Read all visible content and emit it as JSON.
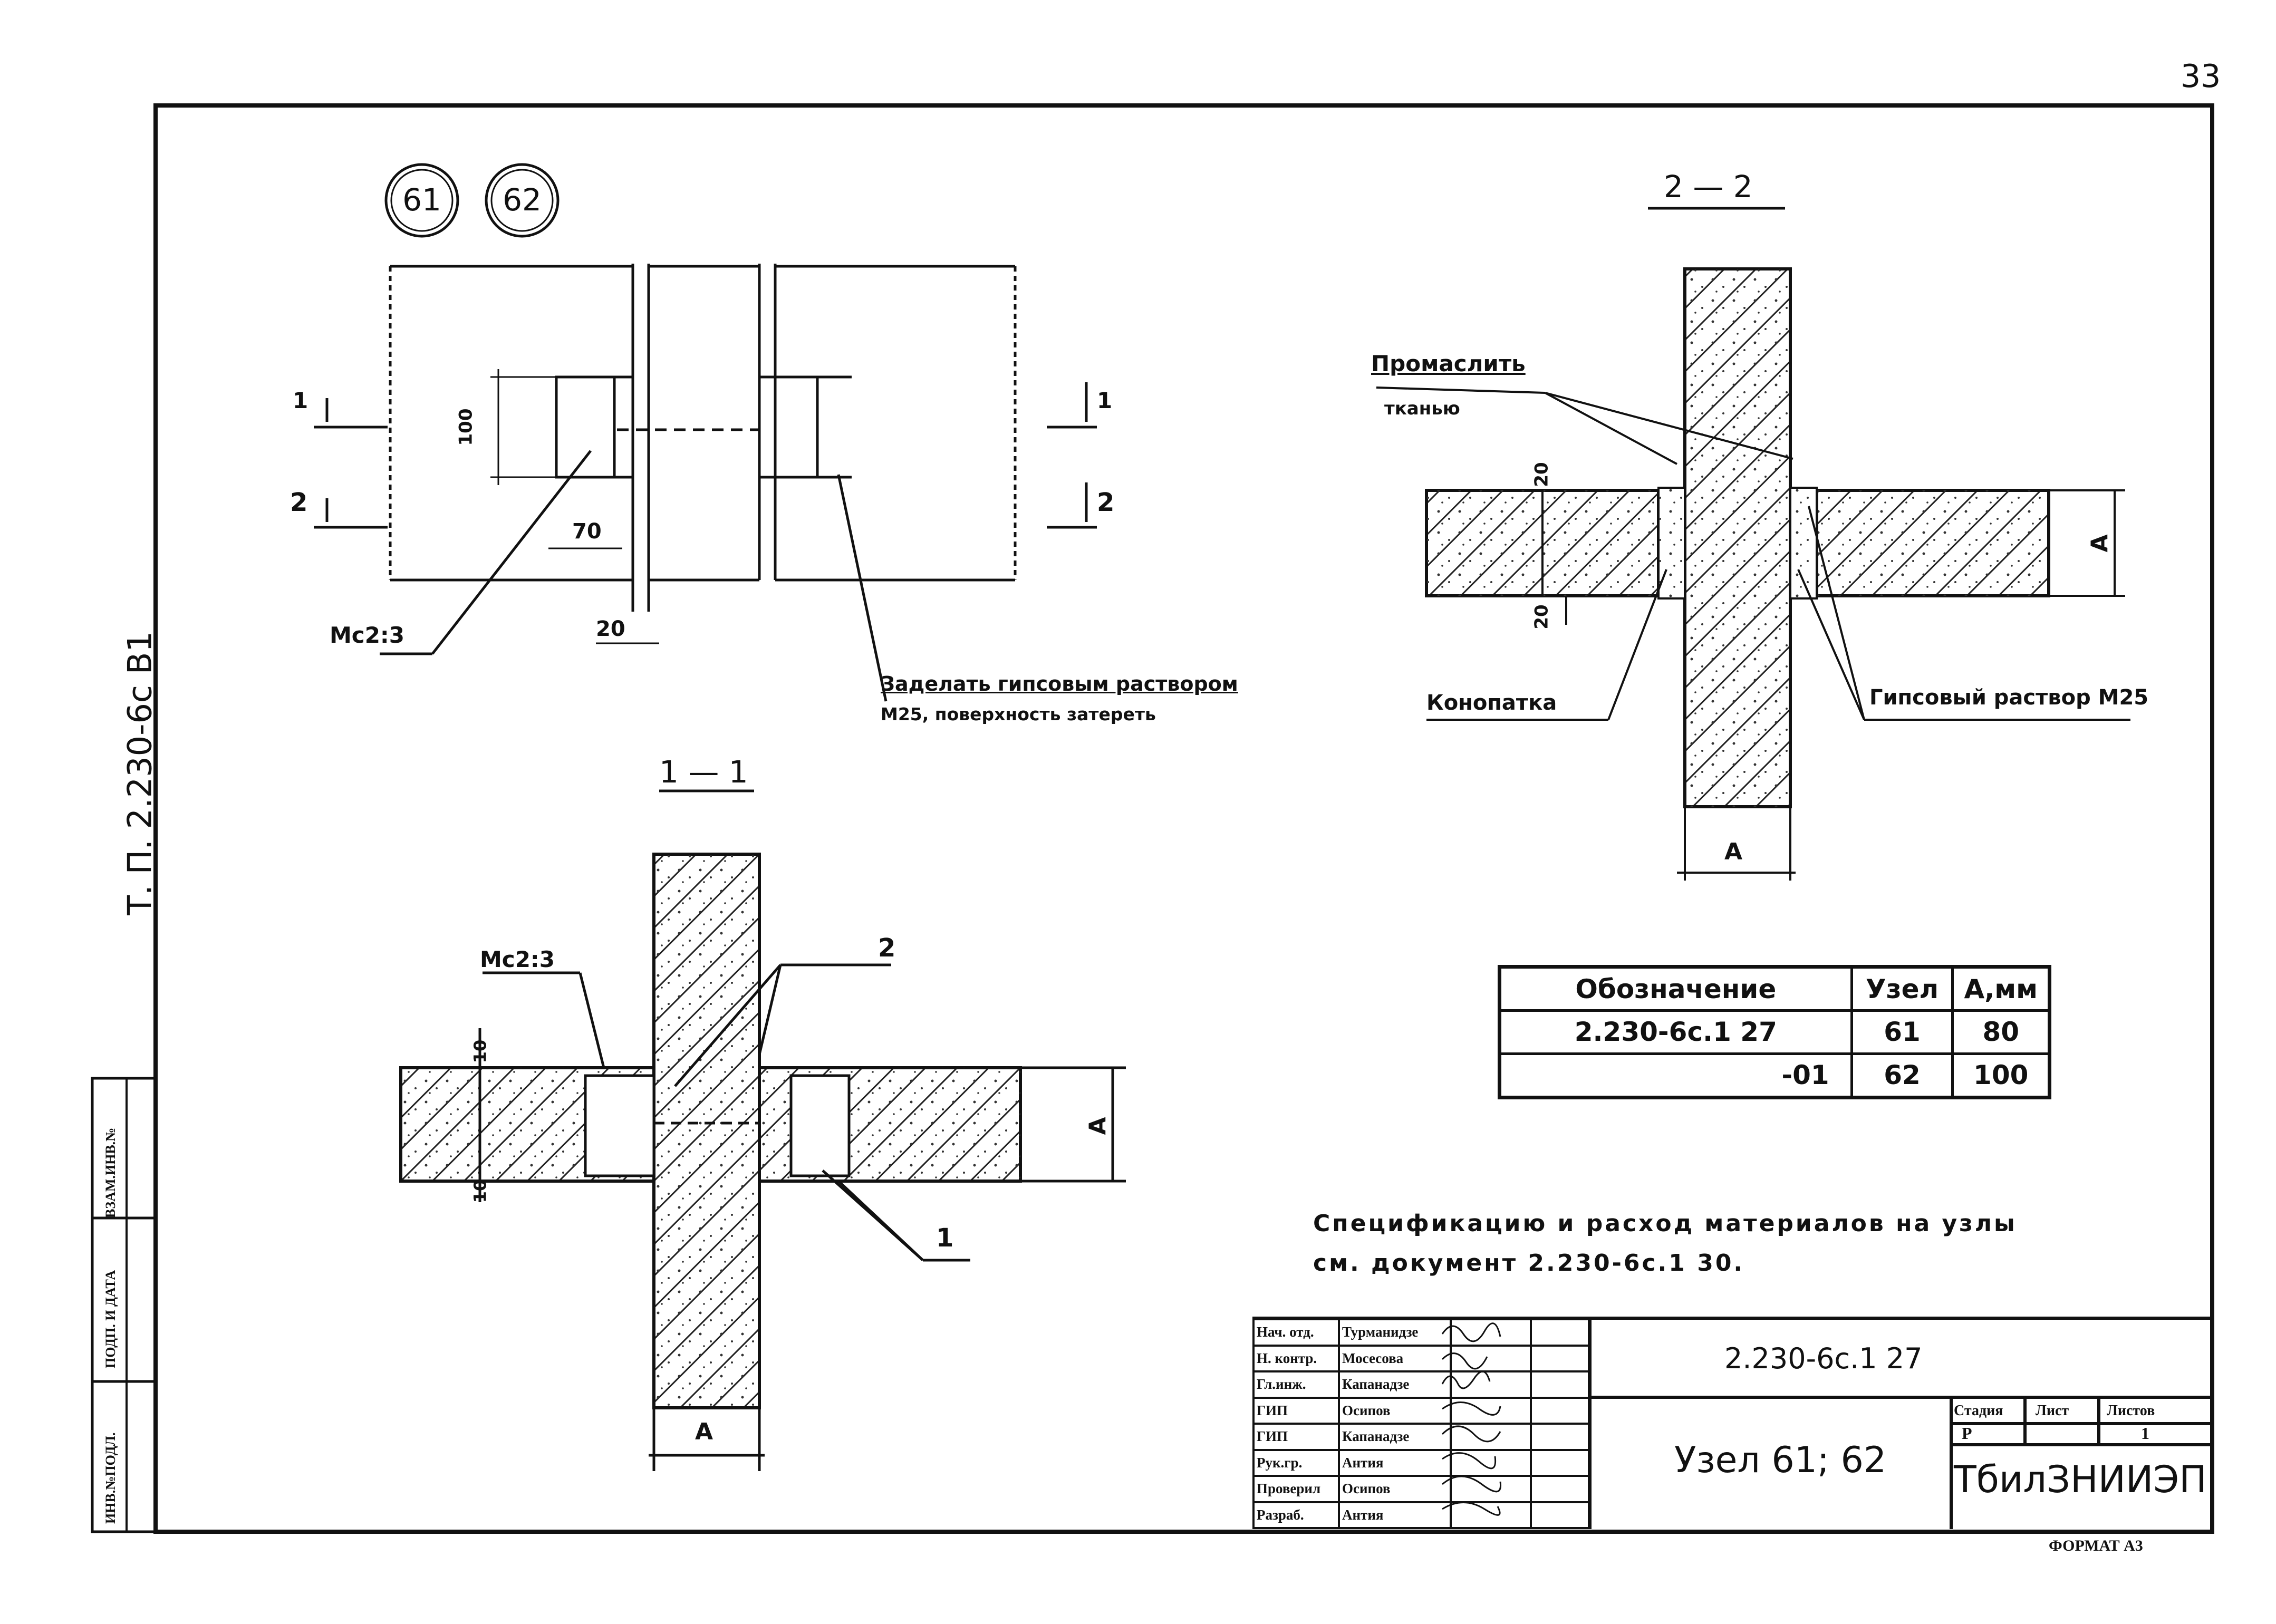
{
  "page_number": "33",
  "node_circles": [
    "61",
    "62"
  ],
  "side_stamp": {
    "series": "Т. П.  2.230-6с  В1",
    "cells": [
      "ИНВ.№ПОДЛ.",
      "ПОДП. И ДАТА",
      "ВЗАМ.ИНВ.№"
    ]
  },
  "plan_view": {
    "dim_100": "100",
    "dim_70": "70",
    "dim_20": "20",
    "mark_mortar": "Мс2:3",
    "cut_labels": [
      "1",
      "2"
    ],
    "note_line1": "Заделать гипсовым раствором",
    "note_line2": "М25, поверхность затереть"
  },
  "section_2_2": {
    "title": "2 — 2",
    "label_impregnate_line1": "Промаслить",
    "label_impregnate_line2": "тканью",
    "label_caulk": "Конопатка",
    "label_gypsum": "Гипсовый раствор М25",
    "dim_20": "20",
    "dim_a": "А"
  },
  "section_1_1": {
    "title": "1 — 1",
    "mark_mortar": "Мс2:3",
    "dim_10": "10",
    "dim_a": "А",
    "callout_1": "1",
    "callout_2": "2"
  },
  "spec_table": {
    "headers": [
      "Обозначение",
      "Узел",
      "А,мм"
    ],
    "rows": [
      [
        "2.230-6с.1 27",
        "61",
        "80"
      ],
      [
        "-01",
        "62",
        "100"
      ]
    ]
  },
  "note": {
    "line1": "Спецификацию и расход материалов на узлы",
    "line2": "см. документ 2.230-6с.1 30."
  },
  "title_block": {
    "roles": [
      [
        "Нач. отд.",
        "Турманидзе"
      ],
      [
        "Н. контр.",
        "Мосесова"
      ],
      [
        "Гл.инж.",
        "Капанадзе"
      ],
      [
        "ГИП",
        "Осипов"
      ],
      [
        "ГИП",
        "Капанадзе"
      ],
      [
        "Рук.гр.",
        "Антия"
      ],
      [
        "Проверил",
        "Осипов"
      ],
      [
        "Разраб.",
        "Антия"
      ]
    ],
    "document_code": "2.230-6с.1 27",
    "sheet_title": "Узел 61; 62",
    "stage_header": "Стадия",
    "sheet_header": "Лист",
    "sheets_header": "Листов",
    "stage": "Р",
    "sheets": "1",
    "organization": "ТбилЗНИИЭП",
    "format": "ФОРМАТ А3"
  }
}
